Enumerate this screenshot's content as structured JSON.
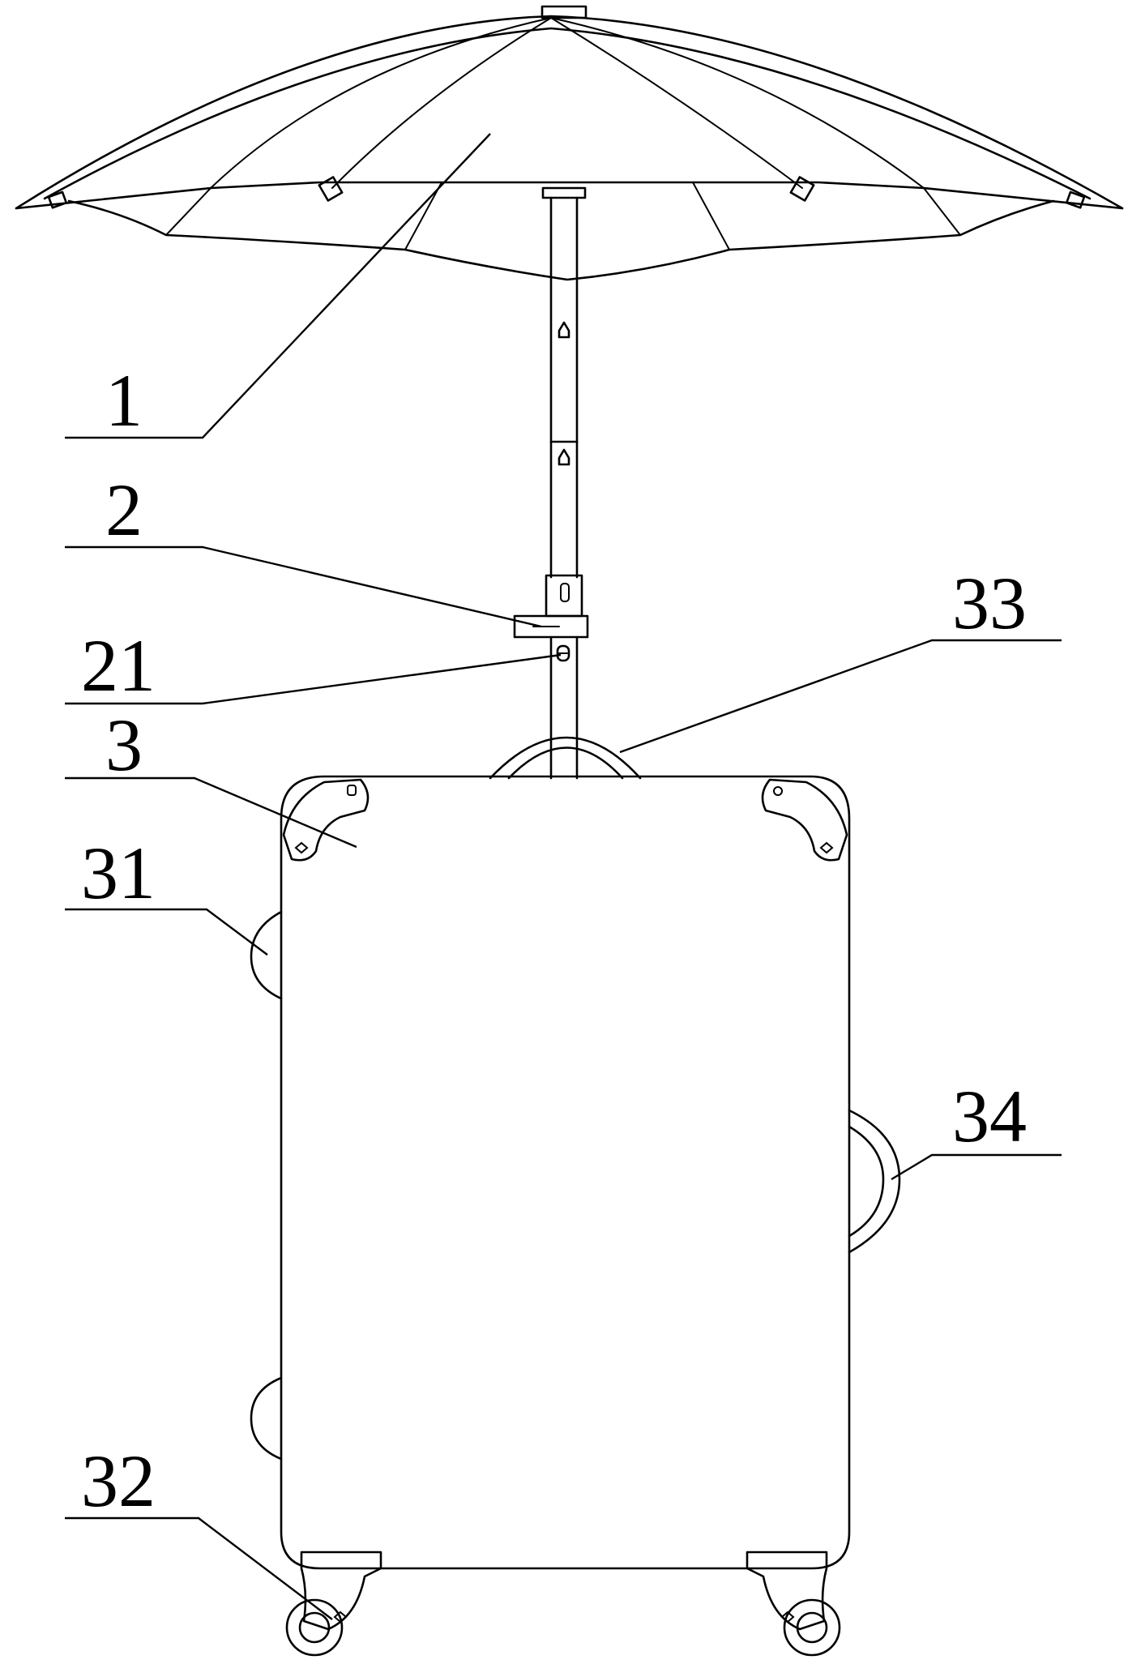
{
  "labels": {
    "l1": "1",
    "l2": "2",
    "l21": "21",
    "l33": "33",
    "l3": "3",
    "l31": "31",
    "l34": "34",
    "l32": "32"
  }
}
